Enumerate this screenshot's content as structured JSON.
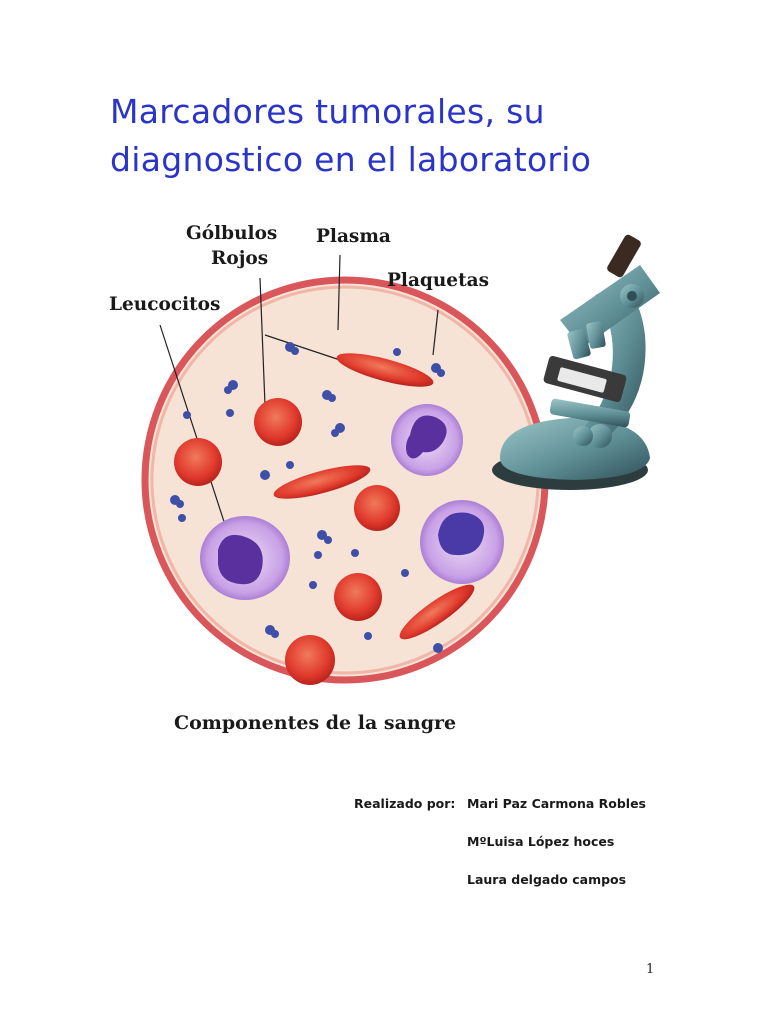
{
  "document": {
    "title_lines": [
      "Marcadores tumorales, su",
      "diagnostico en el laboratorio"
    ],
    "page_number": "1"
  },
  "figure": {
    "labels": {
      "globulos_rojos_1": "Gólbulos",
      "globulos_rojos_2": "Rojos",
      "plasma": "Plasma",
      "plaquetas": "Plaquetas",
      "leucocitos": "Leucocitos"
    },
    "caption": "Componentes de la sangre",
    "colors": {
      "plasma_fill": "#f6e3d6",
      "plasma_rim": "#d9565a",
      "red_cell": "#e0392c",
      "leucocyte_body": "#c9a1e6",
      "leucocyte_nucleus": "#5a2f9e",
      "platelet": "#3e4fa8",
      "microscope": "#5f8f96"
    }
  },
  "credits": {
    "label": "Realizado por:",
    "authors": [
      "Mari Paz Carmona Robles",
      "MºLuisa López hoces",
      "Laura delgado campos"
    ]
  }
}
